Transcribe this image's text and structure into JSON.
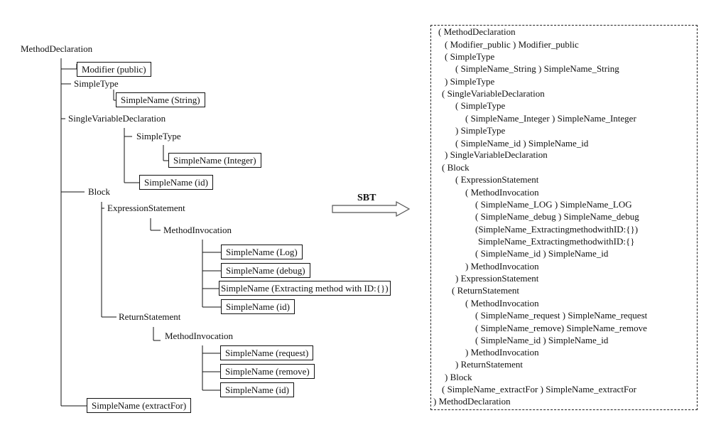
{
  "tree": {
    "nodes": [
      {
        "id": "method-declaration",
        "text": "MethodDeclaration"
      },
      {
        "id": "modifier-public",
        "text": "Modifier (public)"
      },
      {
        "id": "simple-type-1",
        "text": "SimpleType"
      },
      {
        "id": "simple-name-string",
        "text": "SimpleName (String)"
      },
      {
        "id": "single-variable-declaration",
        "text": "SingleVariableDeclaration"
      },
      {
        "id": "simple-type-2",
        "text": "SimpleType"
      },
      {
        "id": "simple-name-integer",
        "text": "SimpleName (Integer)"
      },
      {
        "id": "simple-name-id-1",
        "text": "SimpleName (id)"
      },
      {
        "id": "block",
        "text": "Block"
      },
      {
        "id": "expression-statement",
        "text": "ExpressionStatement"
      },
      {
        "id": "method-invocation-1",
        "text": "MethodInvocation"
      },
      {
        "id": "simple-name-log",
        "text": "SimpleName (Log)"
      },
      {
        "id": "simple-name-debug",
        "text": "SimpleName (debug)"
      },
      {
        "id": "simple-name-extracting",
        "text": "SimpleName (Extracting method with ID:{})"
      },
      {
        "id": "simple-name-id-2",
        "text": "SimpleName (id)"
      },
      {
        "id": "return-statement",
        "text": "ReturnStatement"
      },
      {
        "id": "method-invocation-2",
        "text": "MethodInvocation"
      },
      {
        "id": "simple-name-request",
        "text": "SimpleName (request)"
      },
      {
        "id": "simple-name-remove",
        "text": "SimpleName (remove)"
      },
      {
        "id": "simple-name-id-3",
        "text": "SimpleName (id)"
      },
      {
        "id": "simple-name-extractfor",
        "text": "SimpleName (extractFor)"
      }
    ]
  },
  "arrow": {
    "label": "SBT"
  },
  "sbt": {
    "lines": [
      "( MethodDeclaration",
      "( Modifier_public ) Modifier_public",
      "( SimpleType",
      "( SimpleName_String ) SimpleName_String",
      ") SimpleType",
      "( SingleVariableDeclaration",
      "( SimpleType",
      "( SimpleName_Integer ) SimpleName_Integer",
      ") SimpleType",
      "( SimpleName_id ) SimpleName_id",
      ") SingleVariableDeclaration",
      "( Block",
      "( ExpressionStatement",
      "( MethodInvocation",
      "( SimpleName_LOG ) SimpleName_LOG",
      "( SimpleName_debug ) SimpleName_debug",
      "(SimpleName_ExtractingmethodwithID:{})",
      "SimpleName_ExtractingmethodwithID:{}",
      "( SimpleName_id ) SimpleName_id",
      ") MethodInvocation",
      ") ExpressionStatement",
      "( ReturnStatement",
      "( MethodInvocation",
      "( SimpleName_request ) SimpleName_request",
      "( SimpleName_remove) SimpleName_remove",
      "( SimpleName_id ) SimpleName_id",
      ") MethodInvocation",
      ") ReturnStatement",
      ") Block",
      "( SimpleName_extractFor ) SimpleName_extractFor",
      ") MethodDeclaration"
    ]
  }
}
